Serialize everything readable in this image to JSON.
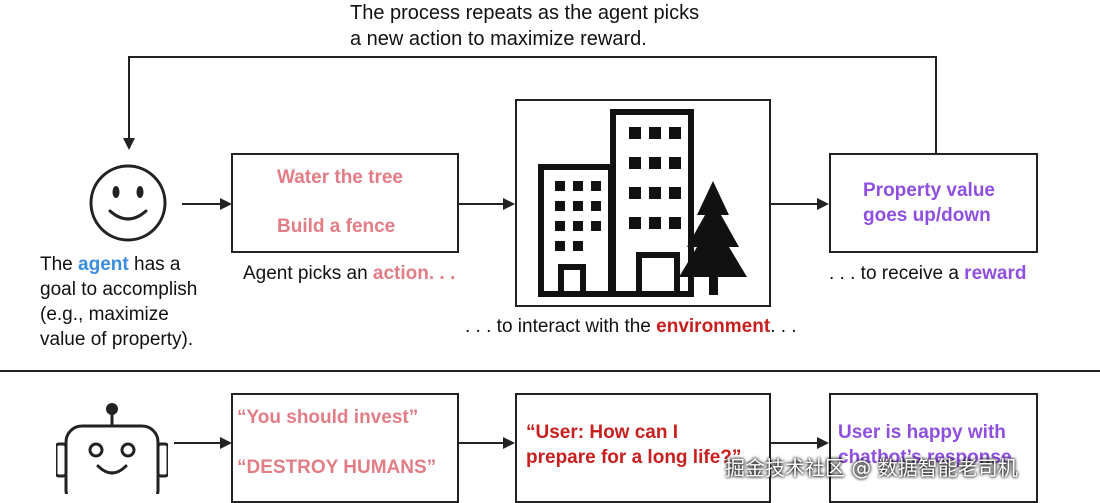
{
  "loop_caption": {
    "line1": "The process repeats as the agent picks",
    "line2": "a new action to maximize reward."
  },
  "agent_caption": {
    "pre": "The ",
    "agent": "agent",
    "post": " has a",
    "line2": "goal to accomplish",
    "line3": "(e.g.,  maximize",
    "line4": "value of property)."
  },
  "action_box": {
    "item1": "Water the tree",
    "item2": "Build a fence"
  },
  "action_caption": {
    "pre": "Agent picks an ",
    "action": "action",
    "post": ". . ."
  },
  "environment_caption": {
    "pre": ". . . to interact with the ",
    "environment": "environment",
    "post": ". . ."
  },
  "reward_box": {
    "line1": "Property value",
    "line2": "goes up/down"
  },
  "reward_caption": {
    "pre": ". . . to receive a ",
    "reward": "reward"
  },
  "chatbot_action_box": {
    "item1": "“You should invest”",
    "item2": "“DESTROY HUMANS”"
  },
  "chatbot_env_box": {
    "line1": "“User: How can I",
    "line2": "prepare for a long life?”"
  },
  "chatbot_reward_box": {
    "line1": "User is happy with",
    "line2": "chatbot’s response"
  },
  "watermark": "掘金技术社区 @ 数据智能老司机",
  "colors": {
    "action": "#e27d86",
    "environment": "#c8201e",
    "reward": "#8f4fe0",
    "agent": "#3a8ddf"
  }
}
